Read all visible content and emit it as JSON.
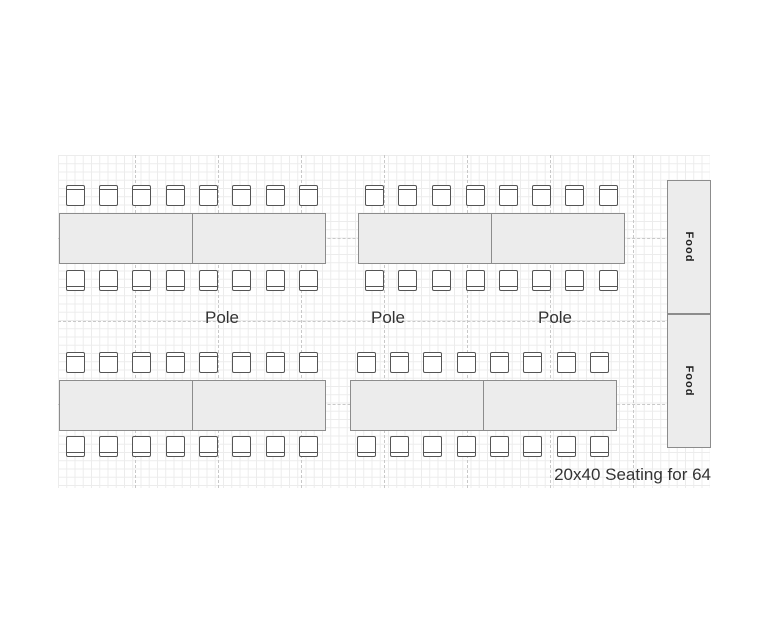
{
  "floor_plan": {
    "pole_labels": [
      "Pole",
      "Pole",
      "Pole"
    ],
    "food_labels": [
      "Food",
      "Food"
    ],
    "caption": "20x40 Seating for 64",
    "colors": {
      "table_fill": "#ececec",
      "table_border": "#8c8c8c",
      "chair_stroke": "#555555",
      "grid_line": "#ececec",
      "text": "#333333"
    }
  }
}
